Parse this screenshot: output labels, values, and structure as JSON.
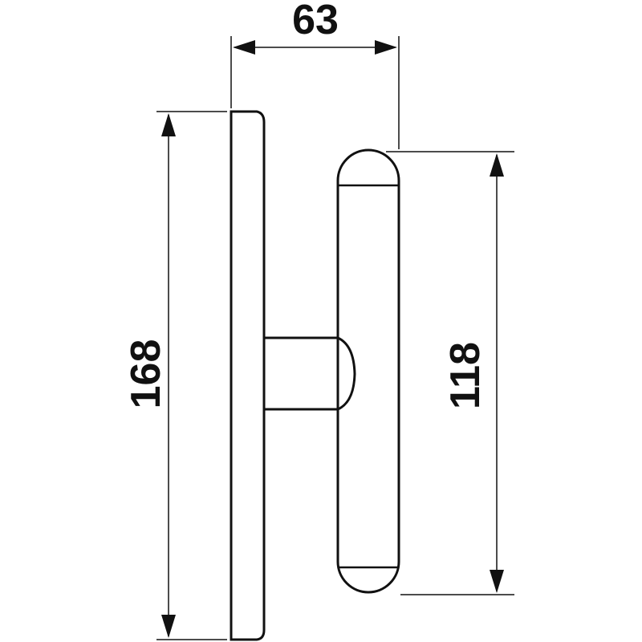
{
  "dimensions": {
    "width_label": "63",
    "left_height_label": "168",
    "right_height_label": "118"
  },
  "colors": {
    "line": "#111111",
    "background": "#ffffff"
  }
}
